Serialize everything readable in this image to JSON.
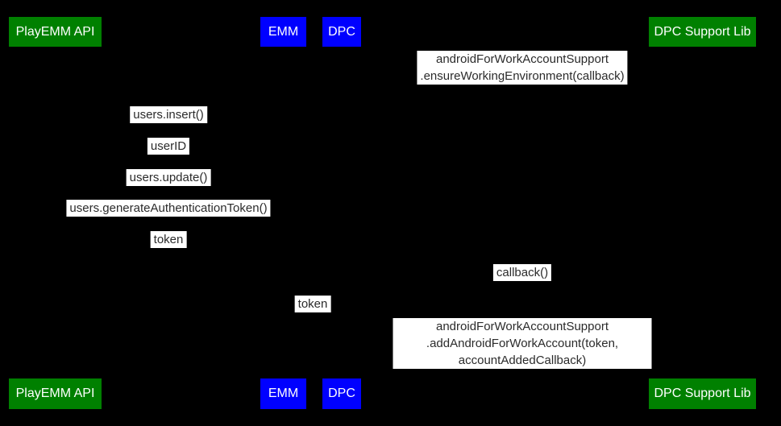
{
  "colors": {
    "background": "#000000",
    "participant_green": "#008000",
    "participant_blue": "#0000ff",
    "participant_text": "#ffffff",
    "message_background": "#ffffff",
    "message_text": "#2b2b2b"
  },
  "participants": [
    {
      "label": "PlayEMM API",
      "color": "green"
    },
    {
      "label": "EMM",
      "color": "blue"
    },
    {
      "label": "DPC",
      "color": "blue"
    },
    {
      "label": "DPC Support Lib",
      "color": "green"
    }
  ],
  "messages": [
    {
      "text": "androidForWorkAccountSupport\n.ensureWorkingEnvironment(callback)"
    },
    {
      "text": "users.insert()"
    },
    {
      "text": "userID"
    },
    {
      "text": "users.update()"
    },
    {
      "text": "users.generateAuthenticationToken()"
    },
    {
      "text": "token"
    },
    {
      "text": "callback()"
    },
    {
      "text": "token"
    },
    {
      "text": "androidForWorkAccountSupport\n.addAndroidForWorkAccount(token, accountAddedCallback)"
    }
  ]
}
